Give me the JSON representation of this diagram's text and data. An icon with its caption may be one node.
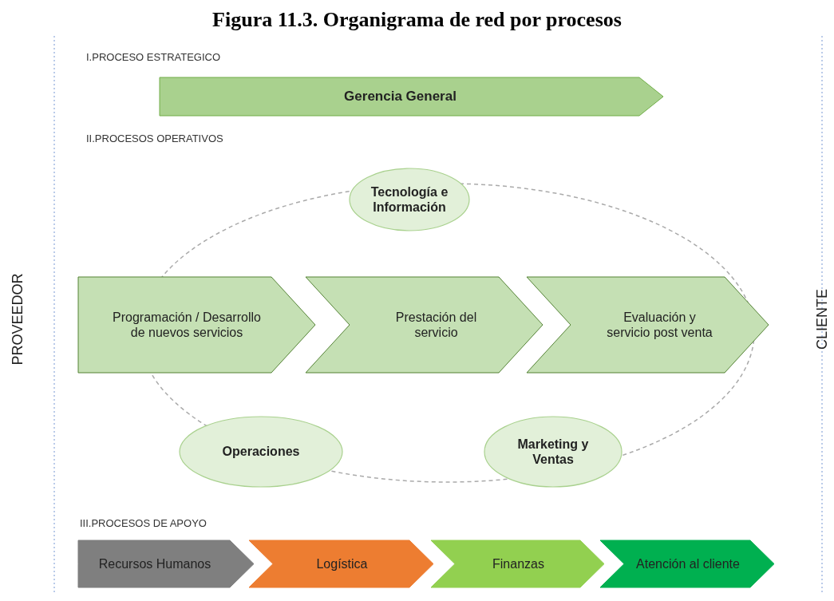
{
  "diagram": {
    "title": "Figura 11.3. Organigrama de red por procesos",
    "nodes": [
      {
        "text": [
          "Gerencia General"
        ]
      },
      {
        "text": [
          "Tecnología e Información"
        ]
      },
      {
        "text": [
          "Programación / Desarrollo de nuevos servicios"
        ]
      },
      {
        "text": [
          "Prestación del servicio"
        ]
      },
      {
        "text": [
          "Evaluación y servicio post venta"
        ]
      },
      {
        "text": [
          "Operaciones"
        ]
      },
      {
        "text": [
          "Marketing y Ventas"
        ]
      },
      {
        "text": [
          "Recursos Humanos"
        ]
      },
      {
        "text": [
          "Logística"
        ]
      },
      {
        "text": [
          "Finanzas"
        ]
      },
      {
        "text": [
          "Atención al cliente"
        ]
      }
    ],
    "labels": [
      "I.PROCESO ESTRATEGICO",
      "II.PROCESOS OPERATIVOS",
      "PROVEEDOR",
      "CLIENTE",
      "III.PROCESOS DE APOYO"
    ]
  }
}
